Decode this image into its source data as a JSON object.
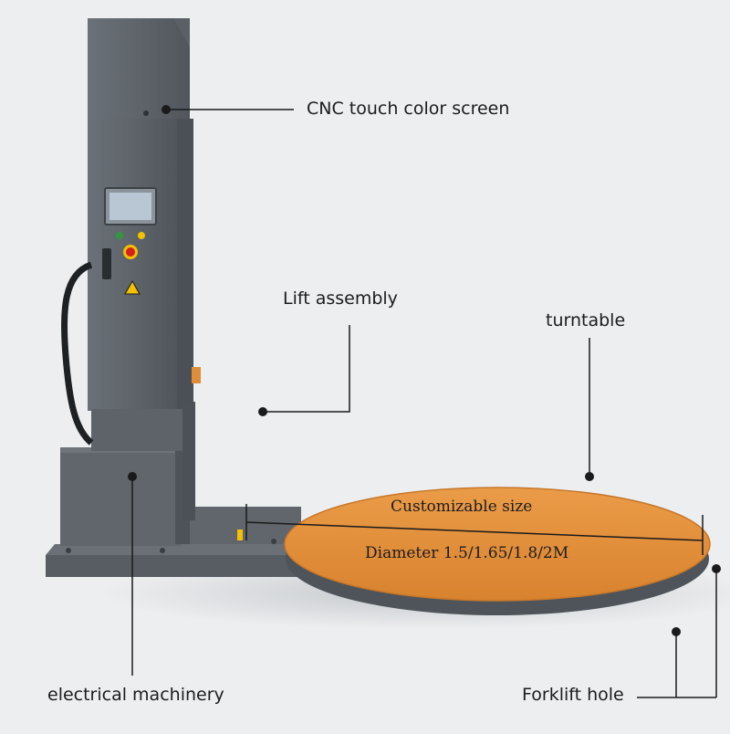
{
  "labels": {
    "cnc_screen": "CNC touch color screen",
    "lift_assembly": "Lift assembly",
    "turntable": "turntable",
    "size_note": "Customizable size",
    "diameter": "Diameter 1.5/1.65/1.8/2M",
    "electrical": "electrical machinery",
    "forklift": "Forklift hole"
  },
  "colors": {
    "background": "#eceef0",
    "machine_gray": "#5c6268",
    "turntable_orange": "#e08d3a",
    "warning_yellow": "#f2c200",
    "estop_red": "#d32020",
    "callout_line": "#1a1a1a"
  }
}
